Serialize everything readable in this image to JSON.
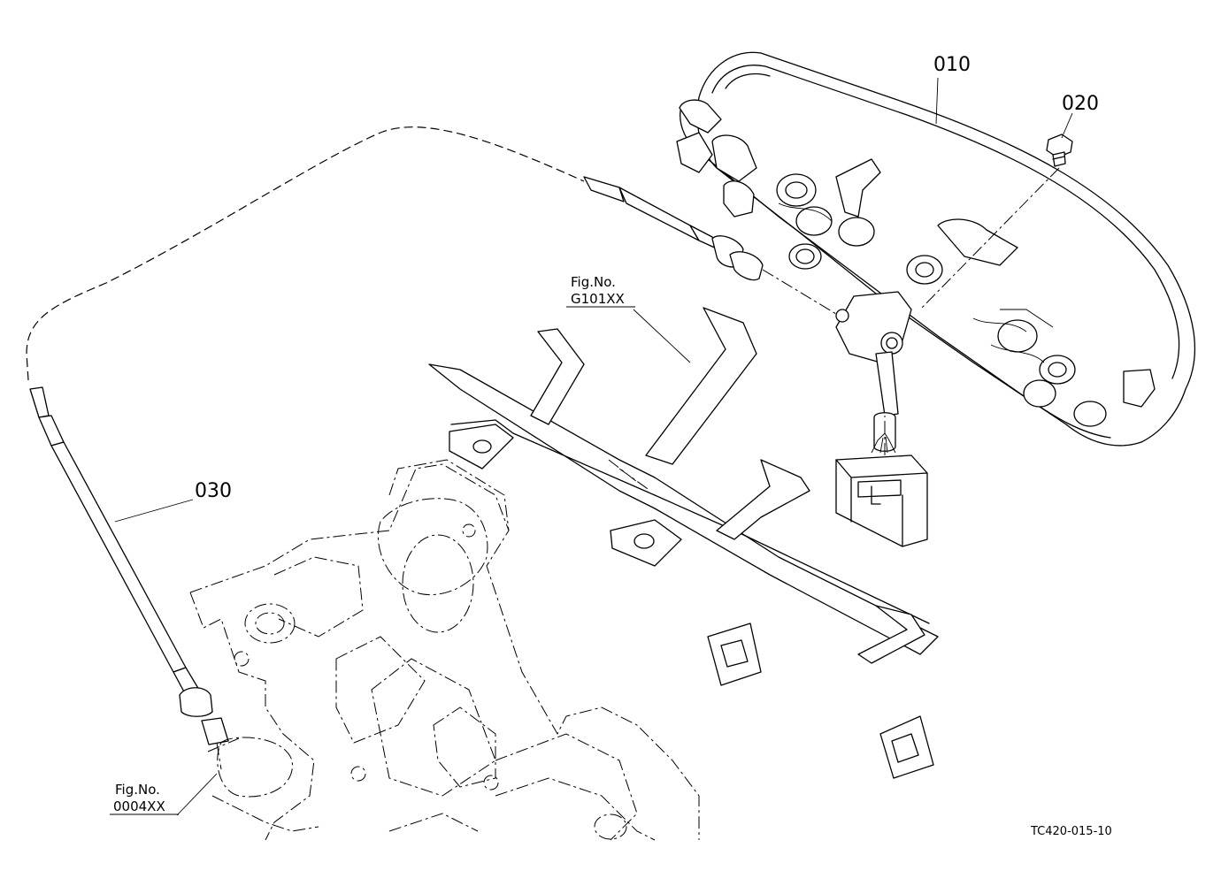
{
  "callouts": {
    "c010": "010",
    "c020": "020",
    "c030": "030"
  },
  "fig_refs": {
    "top": {
      "prefix": "Fig.No.",
      "code": "G101XX"
    },
    "bottom": {
      "prefix": "Fig.No.",
      "code": "0004XX"
    }
  },
  "drawing_id": "TC420-015-10"
}
